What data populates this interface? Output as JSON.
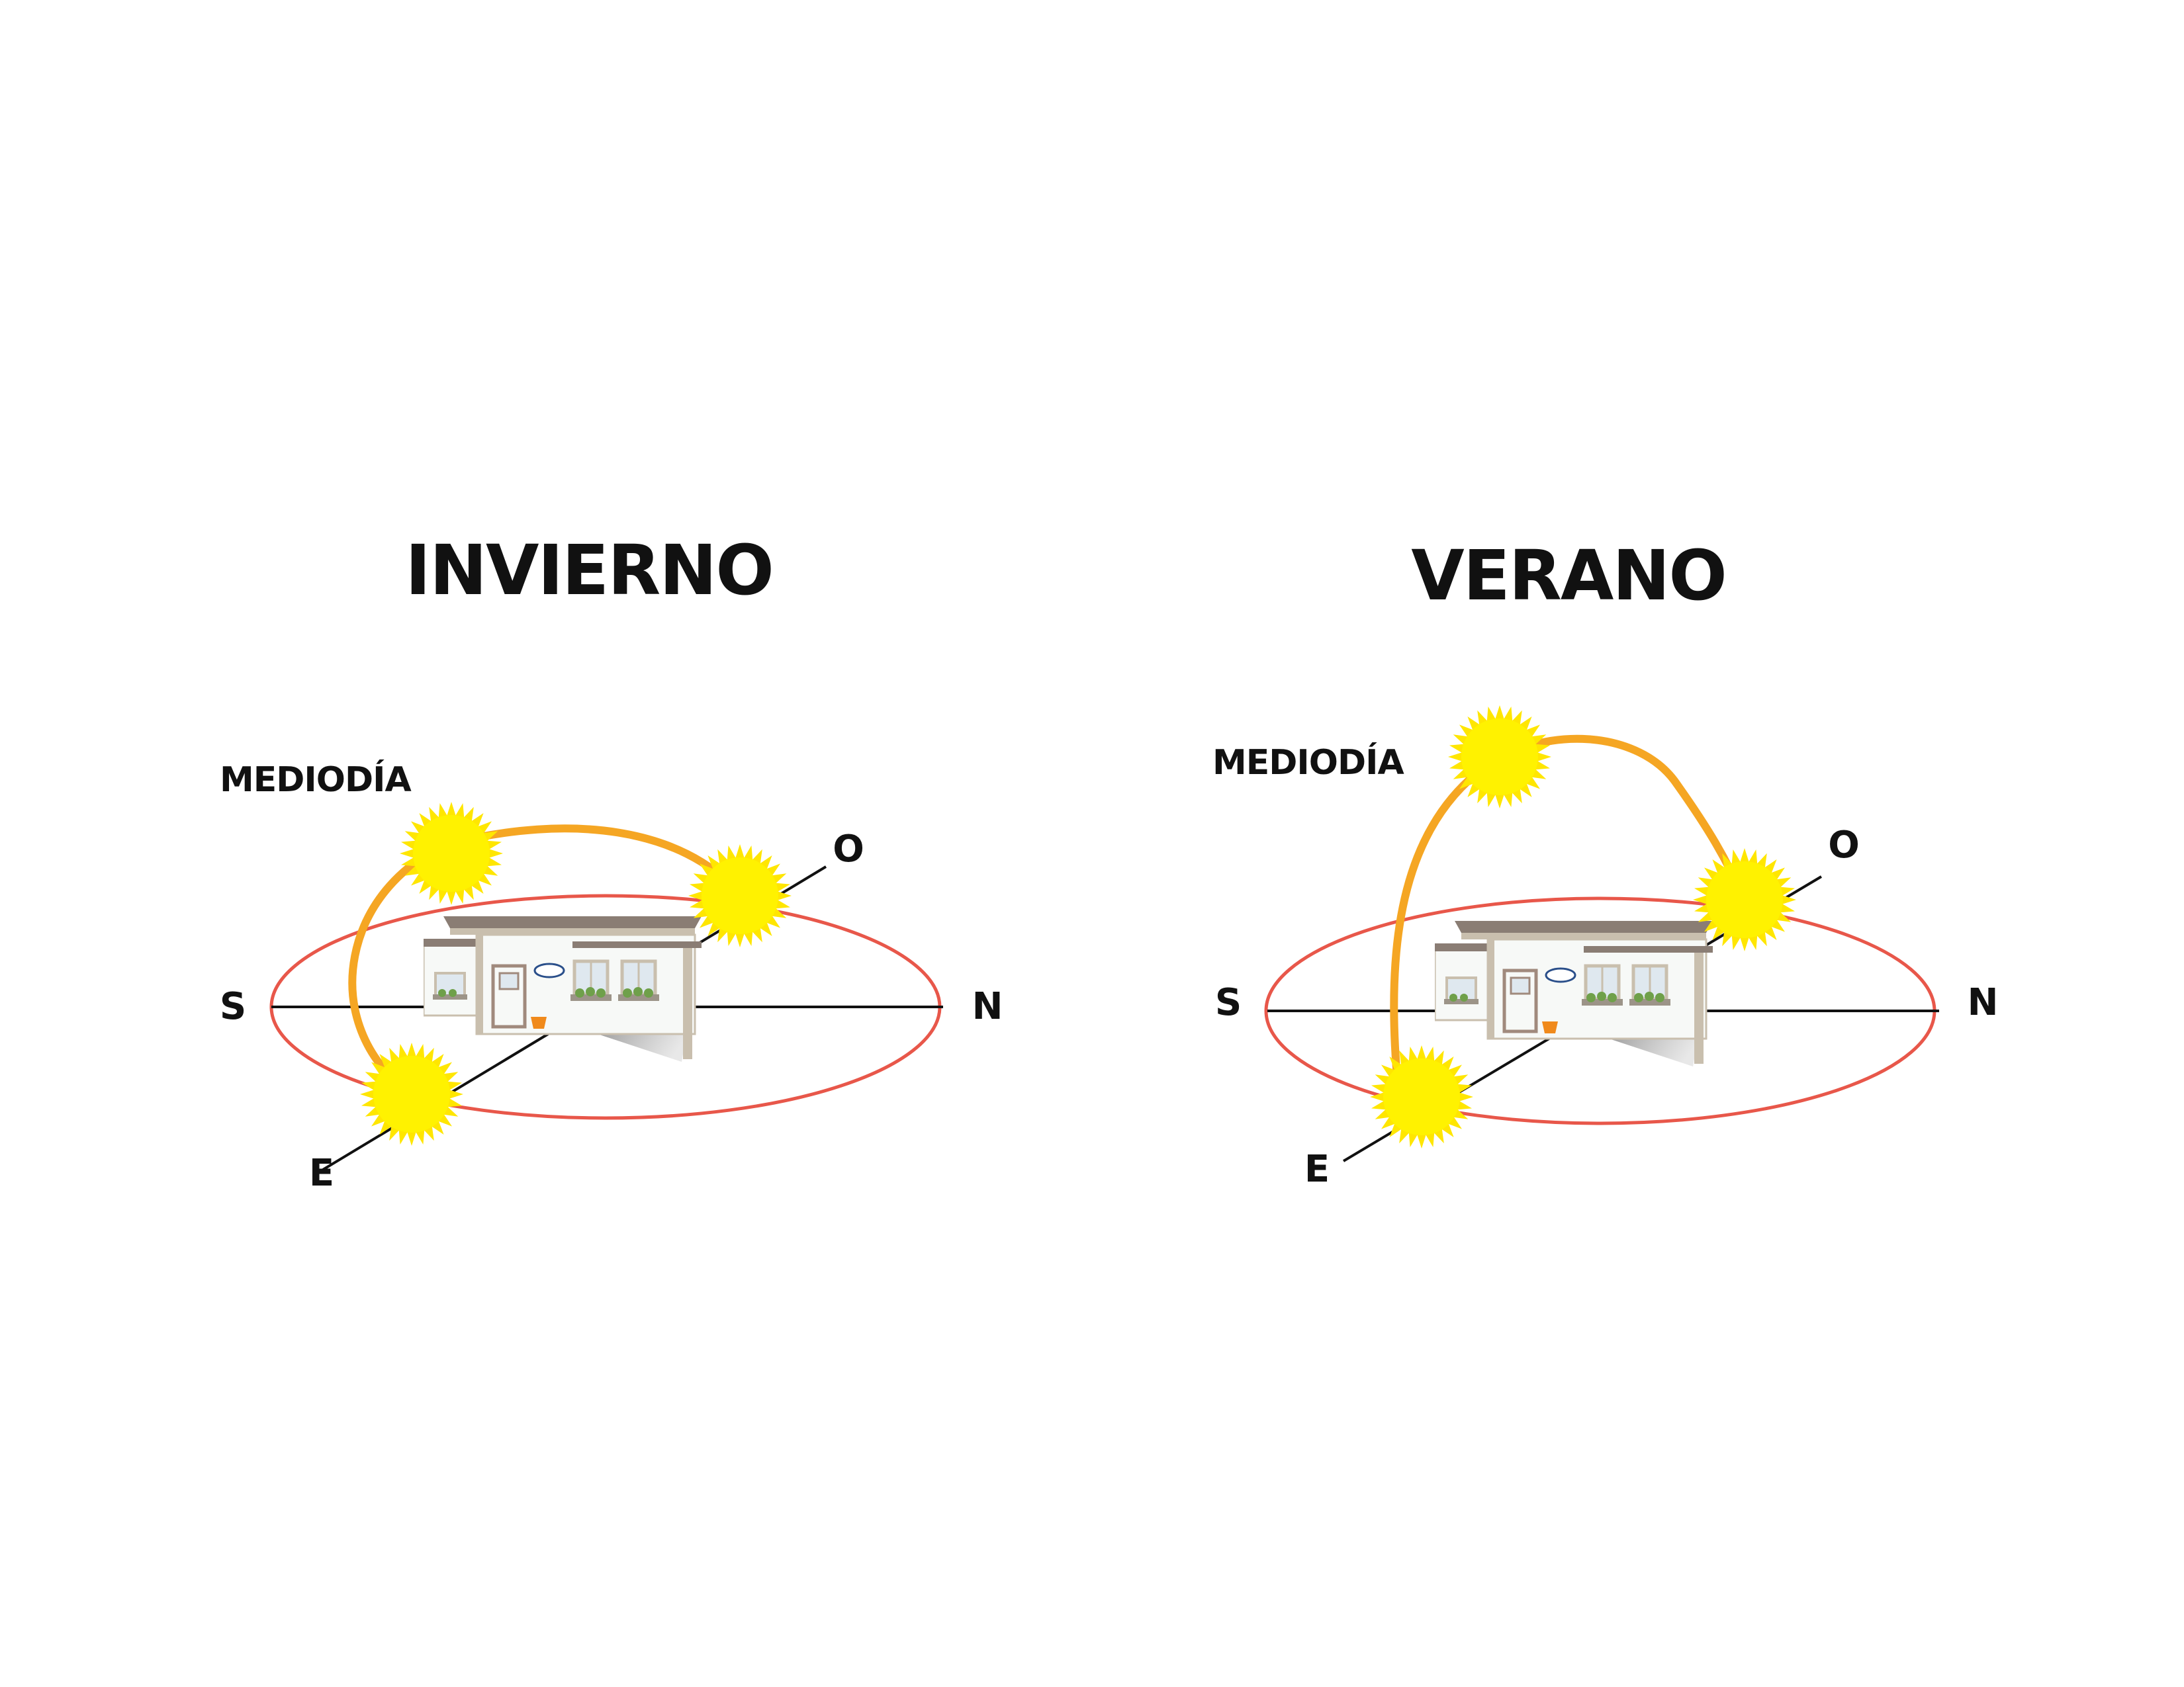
{
  "diagrams": [
    {
      "key": "winter",
      "title": "INVIERNO",
      "noon_label": "MEDIODÍA",
      "directions": {
        "south": "S",
        "north": "N",
        "east": "E",
        "west": "O"
      }
    },
    {
      "key": "summer",
      "title": "VERANO",
      "noon_label": "MEDIODÍA",
      "directions": {
        "south": "S",
        "north": "N",
        "east": "E",
        "west": "O"
      }
    }
  ],
  "colors": {
    "sun_fill": "#fff200",
    "sun_ray": "#ffe600",
    "sun_path": "#f5a623",
    "horizon_ellipse": "#e8574a",
    "axis": "#111111",
    "wall": "#f7f9f7",
    "roof": "#8a7d74",
    "trim": "#c9bfae",
    "door": "#a08a7d",
    "window": "#dfe8ef",
    "planter": "#9c9488",
    "shrub": "#6fa04a",
    "pot": "#f08a1c"
  },
  "icons": [
    "sun-icon",
    "house-icon"
  ]
}
